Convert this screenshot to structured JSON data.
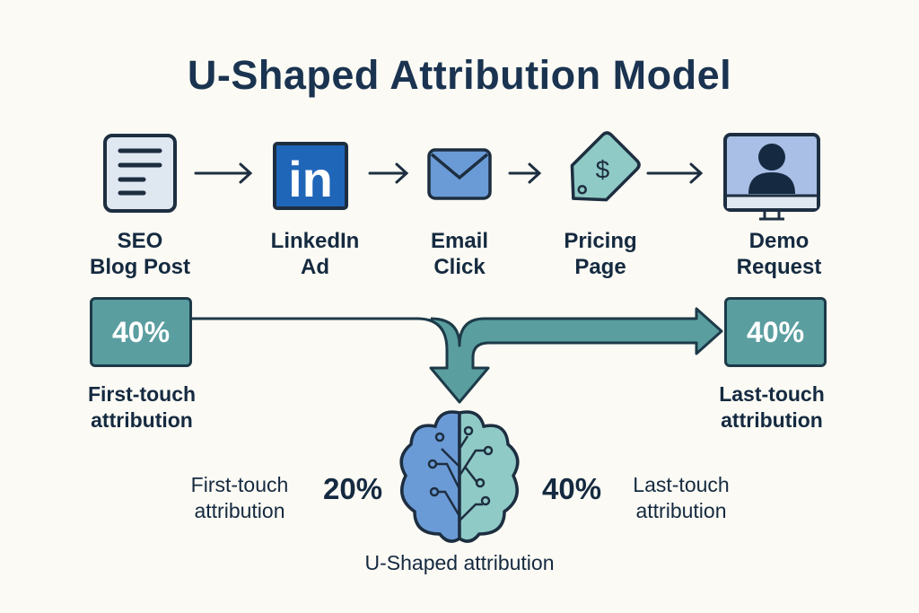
{
  "title": "U-Shaped Attribution Model",
  "touchpoints": [
    {
      "icon": "document-icon",
      "line1": "SEO",
      "line2": "Blog Post"
    },
    {
      "icon": "linkedin-icon",
      "line1": "LinkedIn",
      "line2": "Ad",
      "logo_text": "in"
    },
    {
      "icon": "email-icon",
      "line1": "Email",
      "line2": "Click"
    },
    {
      "icon": "price-tag-icon",
      "line1": "Pricing",
      "line2": "Page"
    },
    {
      "icon": "monitor-user-icon",
      "line1": "Demo",
      "line2": "Request"
    }
  ],
  "first_box": {
    "value": "40%",
    "line1": "First-touch",
    "line2": "attribution"
  },
  "last_box": {
    "value": "40%",
    "line1": "Last-touch",
    "line2": "attribution"
  },
  "bottom": {
    "left_line1": "First-touch",
    "left_line2": "attribution",
    "left_pct": "20%",
    "right_pct": "40%",
    "right_line1": "Last-touch",
    "right_line2": "attribution",
    "caption": "U-Shaped attribution"
  },
  "colors": {
    "teal": "#5a9ea0",
    "navy": "#1d3a48",
    "blue": "#6b9bd6",
    "mint": "#8fcac6",
    "linkedin": "#1f66b8"
  }
}
